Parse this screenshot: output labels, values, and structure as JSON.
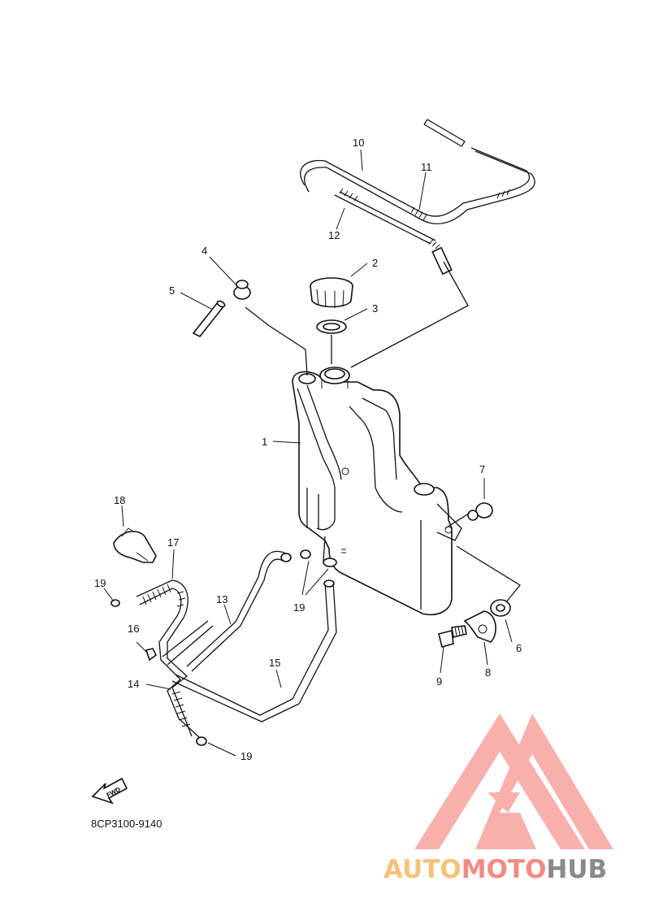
{
  "diagram": {
    "callouts": {
      "c1": "1",
      "c2": "2",
      "c3": "3",
      "c4": "4",
      "c5": "5",
      "c6": "6",
      "c7": "7",
      "c8": "8",
      "c9": "9",
      "c10": "10",
      "c11": "11",
      "c12": "12",
      "c13": "13",
      "c14": "14",
      "c15": "15",
      "c16": "16",
      "c17": "17",
      "c18": "18",
      "c19a": "19",
      "c19b": "19",
      "c19c": "19"
    },
    "fwd_label": "FWD",
    "diagram_code": "8CP3100-9140"
  },
  "watermark": {
    "part1": "AUTO",
    "part2": "MOTO",
    "part3": "HUB",
    "colors": {
      "orange": "#f6c27a",
      "red": "#f28b85",
      "gray": "#8a8a8a",
      "logo": "#f7a39e"
    }
  }
}
